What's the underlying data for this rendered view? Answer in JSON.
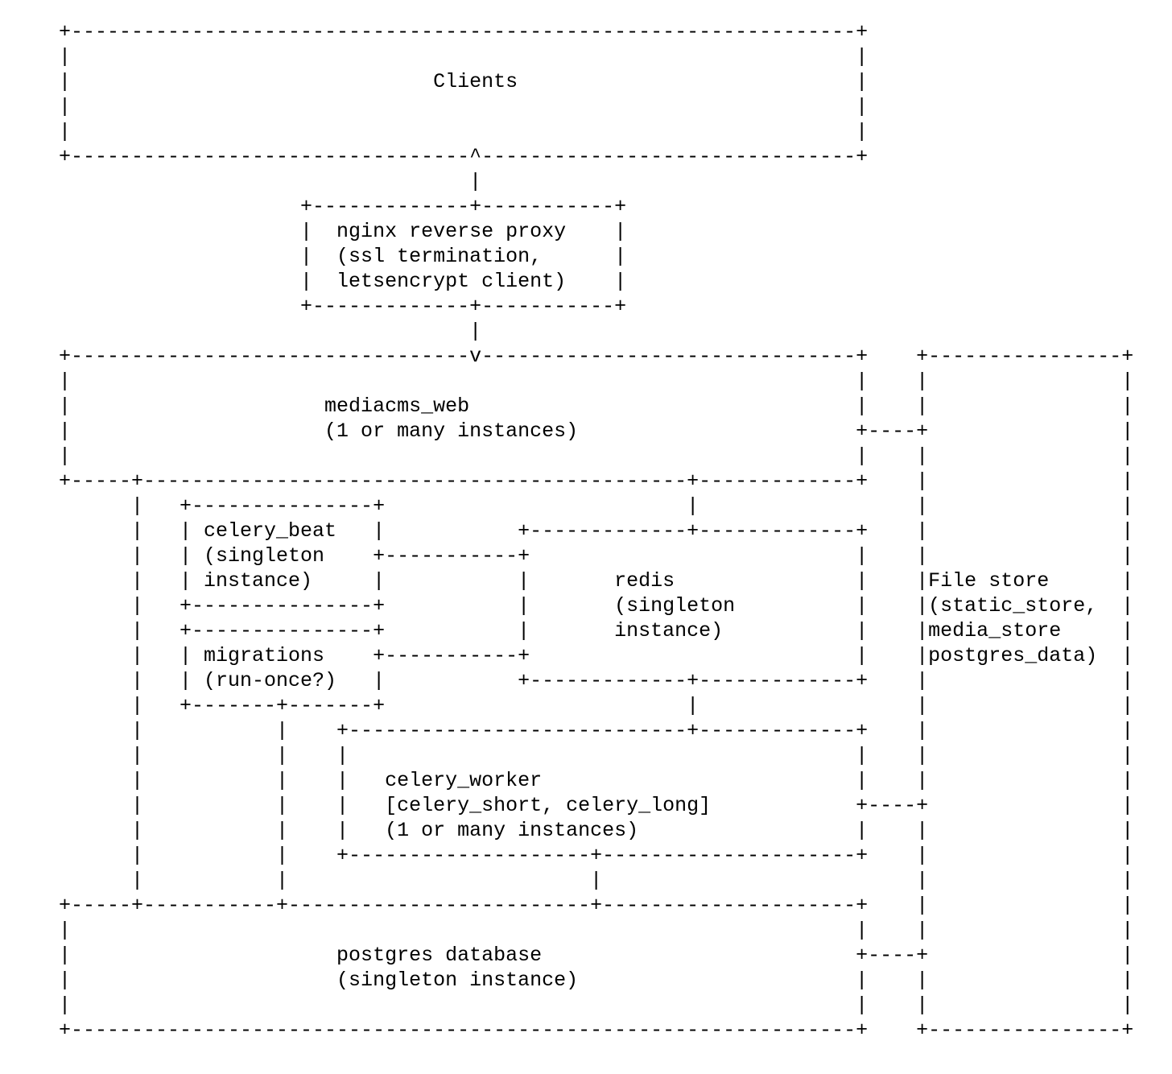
{
  "diagram": {
    "colors": {
      "background": "#ffffff",
      "text": "#000000"
    },
    "nodes": [
      {
        "id": "clients",
        "label": "Clients"
      },
      {
        "id": "nginx-reverse-proxy",
        "label": "nginx reverse proxy (ssl termination, letsencrypt client)"
      },
      {
        "id": "mediacms-web",
        "label": "mediacms_web (1 or many instances)"
      },
      {
        "id": "celery-beat",
        "label": "celery_beat (singleton instance)"
      },
      {
        "id": "migrations",
        "label": "migrations (run-once?)"
      },
      {
        "id": "redis",
        "label": "redis (singleton instance)"
      },
      {
        "id": "celery-worker",
        "label": "celery_worker [celery_short, celery_long] (1 or many instances)"
      },
      {
        "id": "postgres-database",
        "label": "postgres database (singleton instance)"
      },
      {
        "id": "file-store",
        "label": "File store (static_store, media_store postgres_data)"
      }
    ],
    "edges": [
      "nginx reverse proxy -> Clients (^)",
      "nginx reverse proxy -> mediacms_web (v)",
      "mediacms_web - File store",
      "mediacms_web - redis",
      "mediacms_web - postgres database",
      "celery_beat - redis",
      "migrations - redis",
      "migrations - postgres database",
      "redis - celery_worker",
      "celery_worker - File store",
      "celery_worker - postgres database",
      "postgres database - File store"
    ],
    "ascii_lines": [
      "+-----------------------------------------------------------------+",
      "|                                                                 |",
      "|                              Clients                            |",
      "|                                                                 |",
      "|                                                                 |",
      "+---------------------------------^-------------------------------+",
      "                                  |",
      "                    +-------------+-----------+",
      "                    |  nginx reverse proxy    |",
      "                    |  (ssl termination,      |",
      "                    |  letsencrypt client)    |",
      "                    +-------------+-----------+",
      "                                  |",
      "+---------------------------------v-------------------------------+    +----------------+",
      "|                                                                 |    |                |",
      "|                     mediacms_web                                |    |                |",
      "|                     (1 or many instances)                       +----+                |",
      "|                                                                 |    |                |",
      "+-----+---------------------------------------------+-------------+    |                |",
      "      |   +---------------+                         |                  |                |",
      "      |   | celery_beat   |           +-------------+-------------+    |                |",
      "      |   | (singleton    +-----------+                           |    |                |",
      "      |   | instance)     |           |       redis               |    |File store      |",
      "      |   +---------------+           |       (singleton          |    |(static_store,  |",
      "      |   +---------------+           |       instance)           |    |media_store     |",
      "      |   | migrations    +-----------+                           |    |postgres_data)  |",
      "      |   | (run-once?)   |           +-------------+-------------+    |                |",
      "      |   +-------+-------+                         |                  |                |",
      "      |           |    +----------------------------+-------------+    |                |",
      "      |           |    |                                          |    |                |",
      "      |           |    |   celery_worker                          |    |                |",
      "      |           |    |   [celery_short, celery_long]            +----+                |",
      "      |           |    |   (1 or many instances)                  |    |                |",
      "      |           |    +--------------------+---------------------+    |                |",
      "      |           |                         |                          |                |",
      "+-----+-----------+-------------------------+---------------------+    |                |",
      "|                                                                 |    |                |",
      "|                      postgres database                          +----+                |",
      "|                      (singleton instance)                       |    |                |",
      "|                                                                 |    |                |",
      "+-----------------------------------------------------------------+    +----------------+"
    ]
  }
}
